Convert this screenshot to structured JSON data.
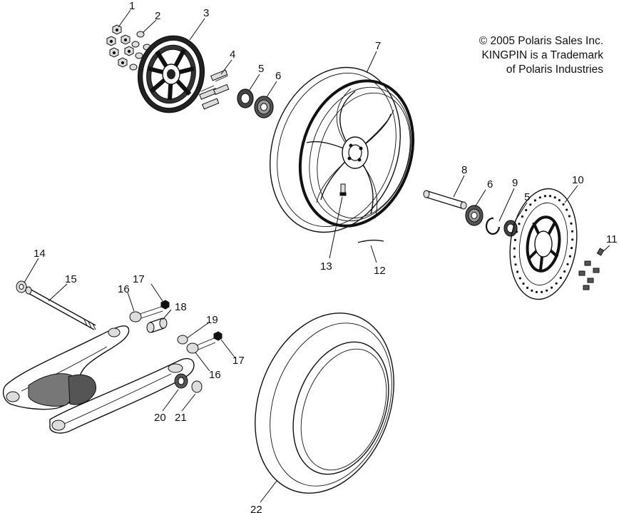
{
  "copyright": {
    "line1": "© 2005 Polaris Sales Inc.",
    "line2": "KINGPIN is a Trademark",
    "line3": "of Polaris Industries"
  },
  "callouts": {
    "c1": "1",
    "c2": "2",
    "c3": "3",
    "c4": "4",
    "c5a": "5",
    "c6a": "6",
    "c7": "7",
    "c8": "8",
    "c6b": "6",
    "c9": "9",
    "c5b": "5",
    "c10": "10",
    "c11": "11",
    "c12": "12",
    "c13": "13",
    "c14": "14",
    "c15": "15",
    "c16a": "16",
    "c17a": "17",
    "c18": "18",
    "c19": "19",
    "c17b": "17",
    "c16b": "16",
    "c20": "20",
    "c21": "21",
    "c22": "22"
  }
}
